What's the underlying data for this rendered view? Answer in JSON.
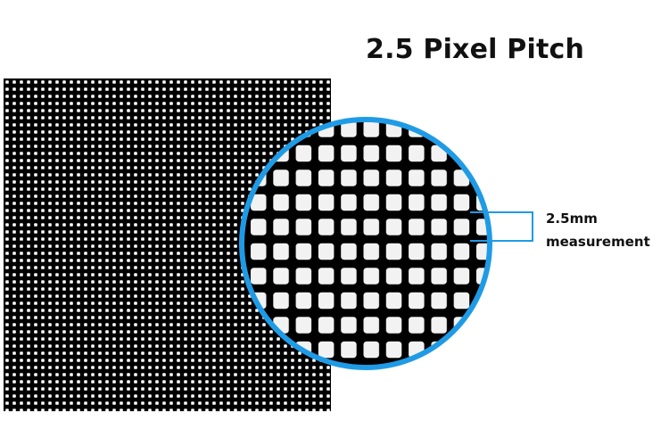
{
  "title": "2.5 Pixel Pitch",
  "callout": {
    "value": "2.5mm",
    "label": "measurement"
  },
  "colors": {
    "panel_background": "#000000",
    "led": "#ffffff",
    "magnifier_ring": "#1f9be6",
    "bracket": "#1f9be6",
    "text": "#111111"
  }
}
